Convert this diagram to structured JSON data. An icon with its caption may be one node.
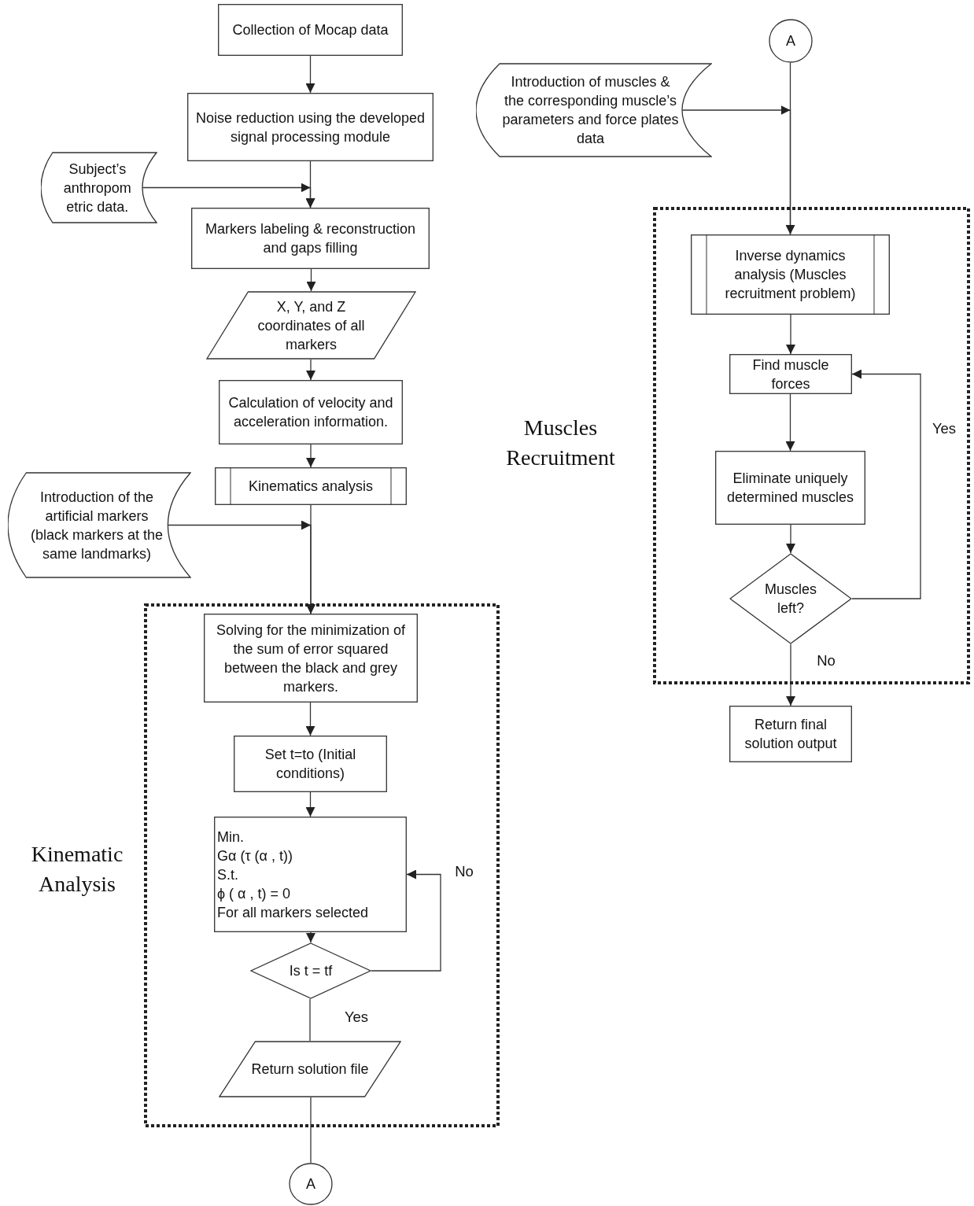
{
  "diagram": {
    "nodes": [
      {
        "text": [
          "Collection of Mocap data"
        ]
      },
      {
        "text": [
          "Noise reduction using the developed signal processing module"
        ]
      },
      {
        "text": [
          "Subject’s anthropom etric data."
        ]
      },
      {
        "text": [
          "Markers labeling & reconstruction and gaps filling"
        ]
      },
      {
        "text": [
          "X, Y, and Z coordinates of all markers"
        ]
      },
      {
        "text": [
          "Calculation of velocity and acceleration information."
        ]
      },
      {
        "text": [
          "Kinematics analysis"
        ]
      },
      {
        "text": [
          "Introduction of the artificial markers (black markers at the same landmarks)"
        ]
      },
      {
        "text": [
          "Kinematic Analysis"
        ]
      },
      {
        "text": [
          "Solving for the minimization of the sum of error squared between the black and grey markers."
        ],
        "in": 8
      },
      {
        "text": [
          "Set t=to (Initial conditions)"
        ],
        "in": 8
      },
      {
        "text": [
          "Min.",
          "Gα (τ (α , t))",
          "S.t.",
          "ϕ ( α , t) = 0",
          "For all markers selected"
        ],
        "in": 8
      },
      {
        "text": [
          "Is t = tf"
        ],
        "in": 8
      },
      {
        "text": [
          "Return solution file"
        ],
        "in": 8
      },
      {
        "text": [
          "A"
        ]
      },
      {
        "text": [
          "A"
        ]
      },
      {
        "text": [
          "Introduction of muscles & the corresponding muscle’s parameters and force plates data"
        ]
      },
      {
        "text": [
          "Muscles Recruitment"
        ]
      },
      {
        "text": [
          "Inverse dynamics analysis (Muscles recruitment problem)"
        ],
        "in": 17
      },
      {
        "text": [
          "Find muscle forces"
        ],
        "in": 17
      },
      {
        "text": [
          "Eliminate uniquely determined muscles"
        ],
        "in": 17
      },
      {
        "text": [
          "Muscles left?"
        ],
        "in": 17
      },
      {
        "text": [
          "Return final solution output"
        ]
      }
    ],
    "edges": [
      {
        "from": 0,
        "to": 1,
        "arrow": "to"
      },
      {
        "from": 1,
        "to": 3,
        "arrow": "to"
      },
      {
        "from": 2,
        "to": 3,
        "arrow": "to"
      },
      {
        "from": 3,
        "to": 4,
        "arrow": "to"
      },
      {
        "from": 4,
        "to": 5,
        "arrow": "to"
      },
      {
        "from": 5,
        "to": 6,
        "arrow": "to"
      },
      {
        "from": 6,
        "to": 9,
        "arrow": "to"
      },
      {
        "from": 7,
        "to": 9,
        "arrow": "to"
      },
      {
        "from": 9,
        "to": 10,
        "arrow": "to"
      },
      {
        "from": 10,
        "to": 11,
        "arrow": "to"
      },
      {
        "from": 11,
        "to": 12,
        "arrow": "to"
      },
      {
        "from": 12,
        "to": 11,
        "arrow": "to",
        "label": "No"
      },
      {
        "from": 12,
        "to": 13,
        "arrow": "none",
        "label": "Yes"
      },
      {
        "from": 13,
        "to": 14,
        "arrow": "none"
      },
      {
        "from": 15,
        "to": 18,
        "arrow": "none"
      },
      {
        "from": 16,
        "to": 18,
        "arrow": "to"
      },
      {
        "from": 18,
        "to": 19,
        "arrow": "to"
      },
      {
        "from": 19,
        "to": 20,
        "arrow": "to"
      },
      {
        "from": 20,
        "to": 21,
        "arrow": "to"
      },
      {
        "from": 21,
        "to": 19,
        "arrow": "to",
        "label": "Yes"
      },
      {
        "from": 21,
        "to": 22,
        "arrow": "to",
        "label": "No"
      }
    ]
  }
}
